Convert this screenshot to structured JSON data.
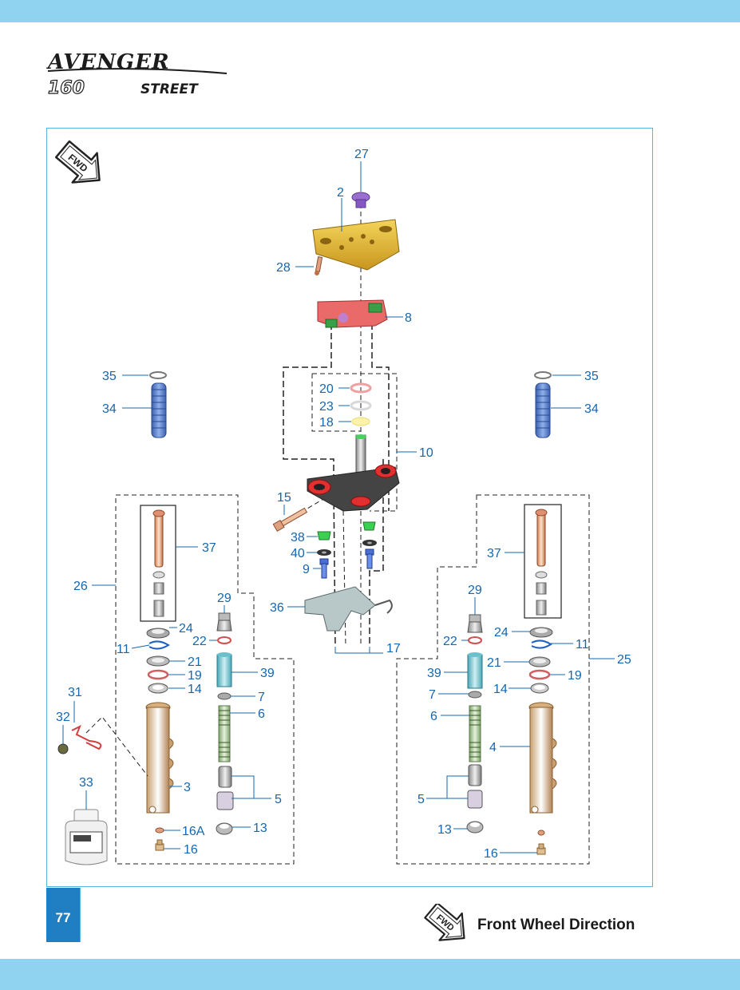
{
  "brand": {
    "model": "AVENGER",
    "variant_number": "160",
    "variant_name": "STREET"
  },
  "fwd_label": "FWD",
  "page_number": "77",
  "legend_text": "Front Wheel Direction",
  "colors": {
    "band": "#8fd3f0",
    "frame_border": "#56b6e3",
    "page_badge": "#1f7fc2",
    "callout_text": "#1467b0"
  },
  "callouts": {
    "c27": "27",
    "c2": "2",
    "c28": "28",
    "c8": "8",
    "c35_left": "35",
    "c34_left": "34",
    "c35_right": "35",
    "c34_right": "34",
    "c20": "20",
    "c23": "23",
    "c18": "18",
    "c10": "10",
    "c15": "15",
    "c38": "38",
    "c40": "40",
    "c9": "9",
    "c36": "36",
    "c17": "17",
    "c37_left": "37",
    "c26": "26",
    "c29_left": "29",
    "c22_left": "22",
    "c24_left": "24",
    "c11_left": "11",
    "c21_left": "21",
    "c19_left": "19",
    "c14_left": "14",
    "c39_left": "39",
    "c7_left": "7",
    "c6_left": "6",
    "c31": "31",
    "c32": "32",
    "c3": "3",
    "c5_left": "5",
    "c13_left": "13",
    "c33": "33",
    "c16a": "16A",
    "c16_left": "16",
    "c37_right": "37",
    "c29_right": "29",
    "c22_right": "22",
    "c24_right": "24",
    "c11_right": "11",
    "c25": "25",
    "c21_right": "21",
    "c19_right": "19",
    "c39_right": "39",
    "c14_right": "14",
    "c7_right": "7",
    "c6_right": "6",
    "c4": "4",
    "c5_right": "5",
    "c13_right": "13",
    "c16_right": "16"
  }
}
